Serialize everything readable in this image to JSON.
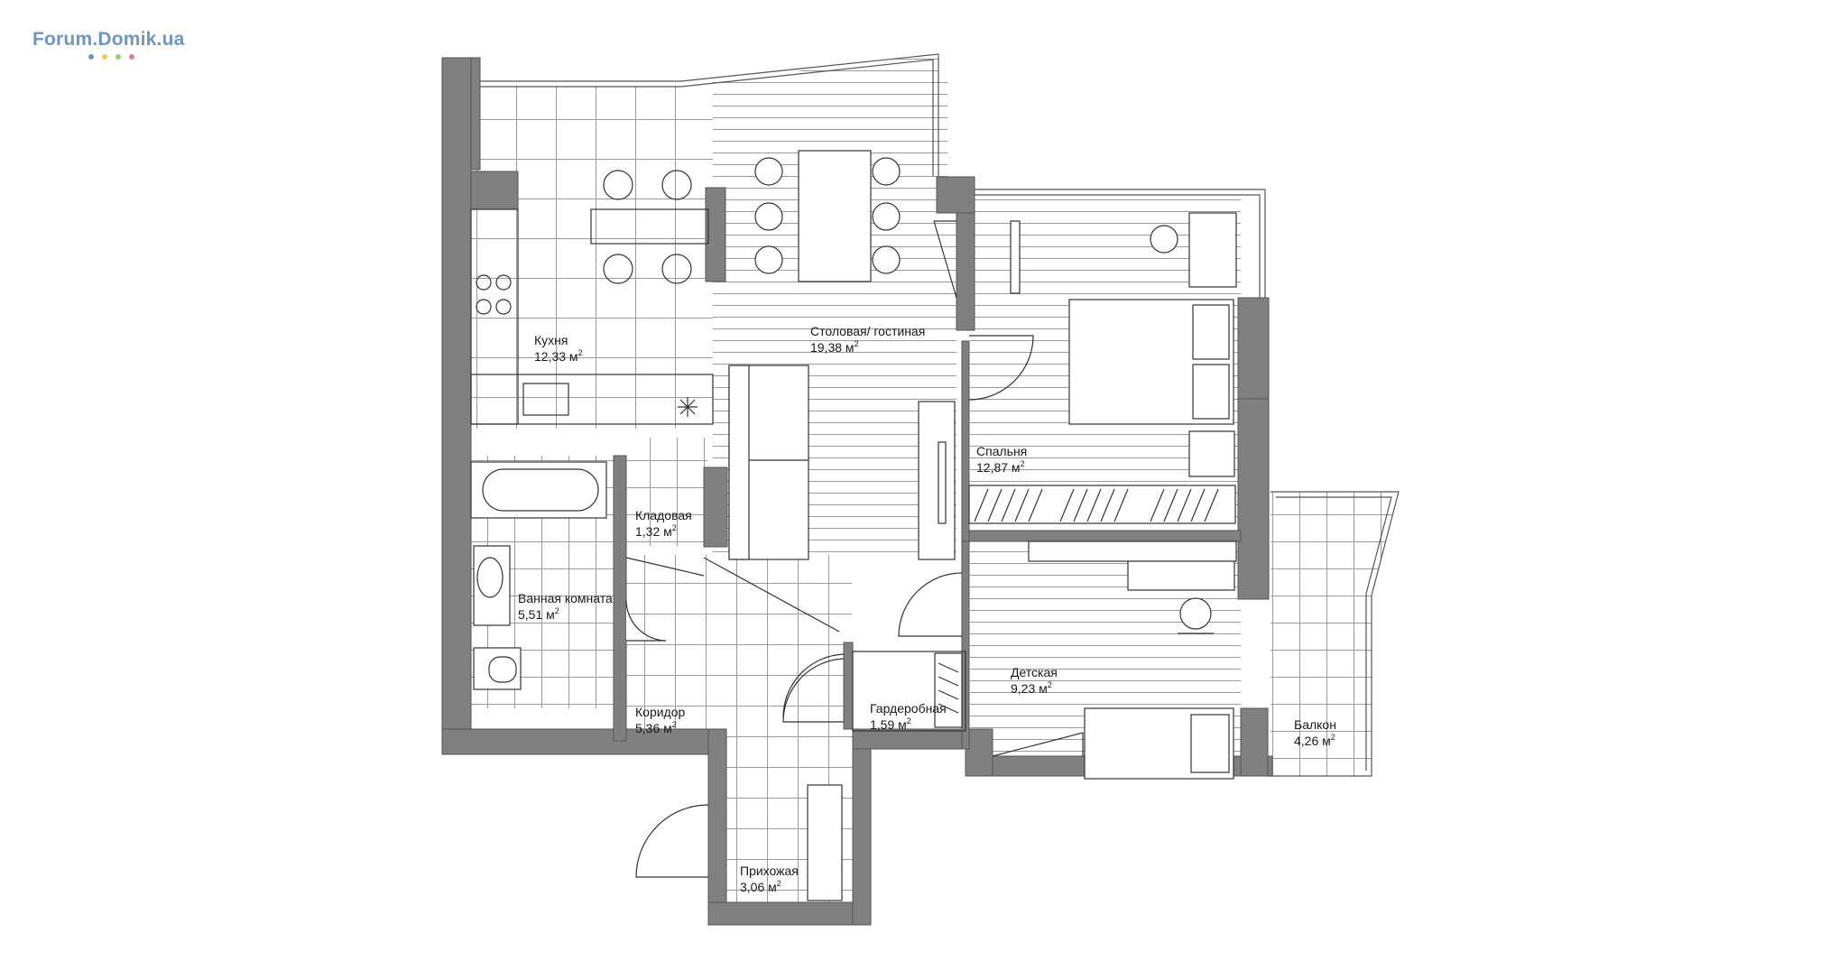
{
  "logo": {
    "text": "Forum.Domik.ua",
    "color": "#6f97bd",
    "dot_colors": [
      "#6f97bd",
      "#f2c94c",
      "#9acd6b",
      "#e07aa7"
    ]
  },
  "colors": {
    "wall": "#808080",
    "line": "#555555",
    "furniture": "#333333"
  },
  "rooms": {
    "kitchen": {
      "name": "Кухня",
      "area": "12,33 м",
      "sup": "2"
    },
    "living": {
      "name": "Столовая/ гостиная",
      "area": "19,38 м",
      "sup": "2"
    },
    "bedroom": {
      "name": "Спальня",
      "area": "12,87 м",
      "sup": "2"
    },
    "pantry": {
      "name": "Кладовая",
      "area": "1,32 м",
      "sup": "2"
    },
    "bathroom": {
      "name": "Ванная комната",
      "area": "5,51 м",
      "sup": "2"
    },
    "corridor": {
      "name": "Коридор",
      "area": "5,36 м",
      "sup": "2"
    },
    "wardrobe": {
      "name": "Гардеробная",
      "area": "1,59 м",
      "sup": "2"
    },
    "kids": {
      "name": "Детская",
      "area": "9,23 м",
      "sup": "2"
    },
    "balcony": {
      "name": "Балкон",
      "area": "4,26 м",
      "sup": "2"
    },
    "hall": {
      "name": "Прихожая",
      "area": "3,06 м",
      "sup": "2"
    }
  }
}
